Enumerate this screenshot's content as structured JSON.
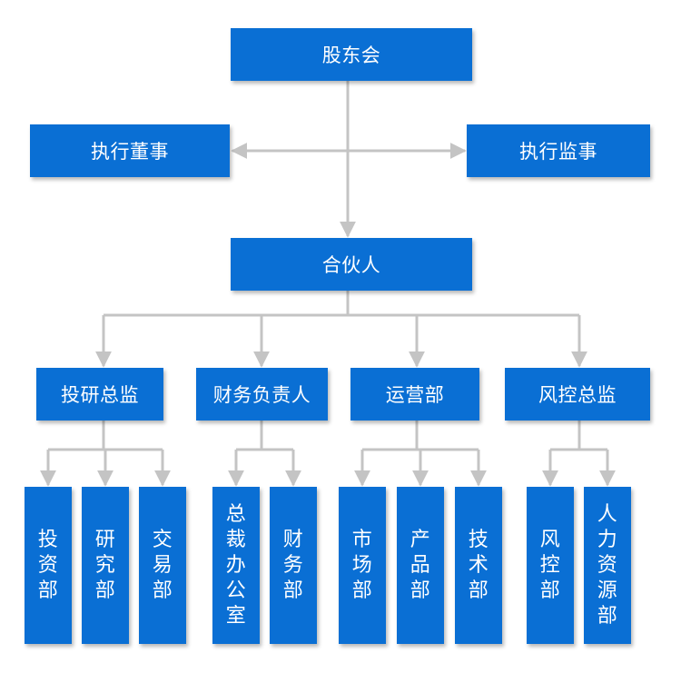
{
  "colors": {
    "box": "#0a6fd4",
    "line": "#c4c4c4",
    "text": "#ffffff"
  },
  "nodes": {
    "shareholders": "股东会",
    "exec_director": "执行董事",
    "exec_supervisor": "执行监事",
    "partner": "合伙人",
    "invest_director": "投研总监",
    "finance_head": "财务负责人",
    "operations": "运营部",
    "risk_director": "风控总监",
    "invest_dept": "投资部",
    "research_dept": "研究部",
    "trading_dept": "交易部",
    "ceo_office": "总裁办公室",
    "finance_dept": "财务部",
    "market_dept": "市场部",
    "product_dept": "产品部",
    "tech_dept": "技术部",
    "risk_dept": "风控部",
    "hr_dept": "人力资源部"
  }
}
